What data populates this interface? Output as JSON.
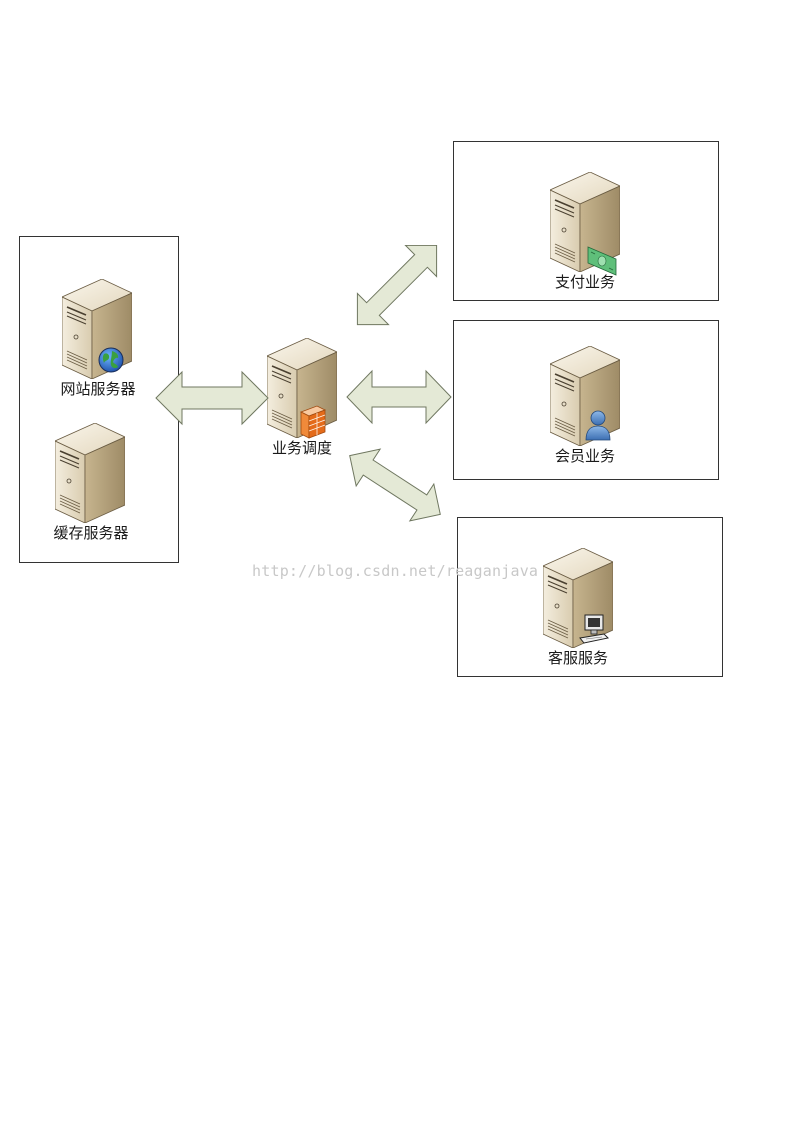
{
  "nodes": {
    "web_server": {
      "label": "网站服务器",
      "icon": "globe-icon"
    },
    "cache_server": {
      "label": "缓存服务器",
      "icon": ""
    },
    "dispatch": {
      "label": "业务调度",
      "icon": "firewall-icon"
    },
    "payment": {
      "label": "支付业务",
      "icon": "money-icon"
    },
    "member": {
      "label": "会员业务",
      "icon": "user-icon"
    },
    "customer_service": {
      "label": "客服服务",
      "icon": "computer-icon"
    }
  },
  "watermark": "http://blog.csdn.net/reaganjava",
  "colors": {
    "server_front": "#e7dcc4",
    "server_side": "#bfae8a",
    "server_top": "#f3ecdc",
    "arrow_fill": "#e4e9d6",
    "arrow_stroke": "#6f7760",
    "box_border": "#333333"
  }
}
